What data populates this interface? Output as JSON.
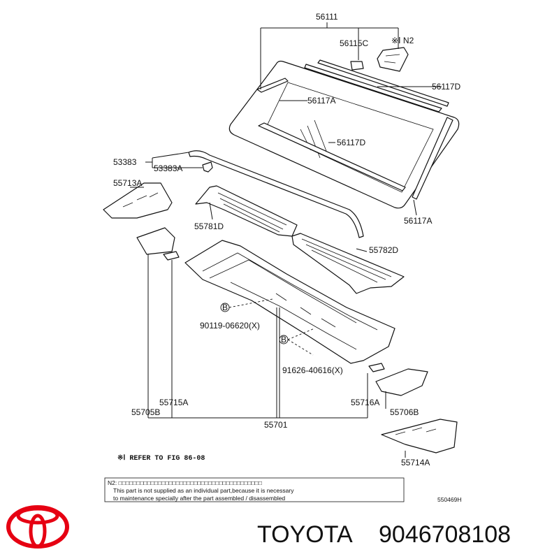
{
  "labels": {
    "p56111": "56111",
    "p56115C": "56115C",
    "refN2": "※Ⅰ N2",
    "p56117D_top": "56117D",
    "p56117A_top": "56117A",
    "p56117D_mid": "56117D",
    "p53383": "53383",
    "p53383A": "53383A",
    "p55713A": "55713A",
    "p56117A_bot": "56117A",
    "p55781D": "55781D",
    "p55782D": "55782D",
    "bolt1_code": "90119-06620(X)",
    "bolt2_code": "91626-40616(X)",
    "bolt_symbol": "B",
    "p55715A": "55715A",
    "p55716A": "55716A",
    "p55705B": "55705B",
    "p55701": "55701",
    "p55706B": "55706B",
    "p55714A": "55714A",
    "refer": "※Ⅰ  REFER TO FIG 86-08",
    "figure_code": "550469H"
  },
  "note": {
    "line1": "N2: □□□□□□□□□□□□□□□□□□□□□□□□□□□□□□□□□□□□□□□□",
    "line2": "This part is not supplied as an individual part,because it is necessary",
    "line3": "to maintenance specially after the part assembled / disassembled"
  },
  "brand": {
    "name": "TOYOTA",
    "part_number": "9046708108",
    "logo_color": "#e60012"
  }
}
